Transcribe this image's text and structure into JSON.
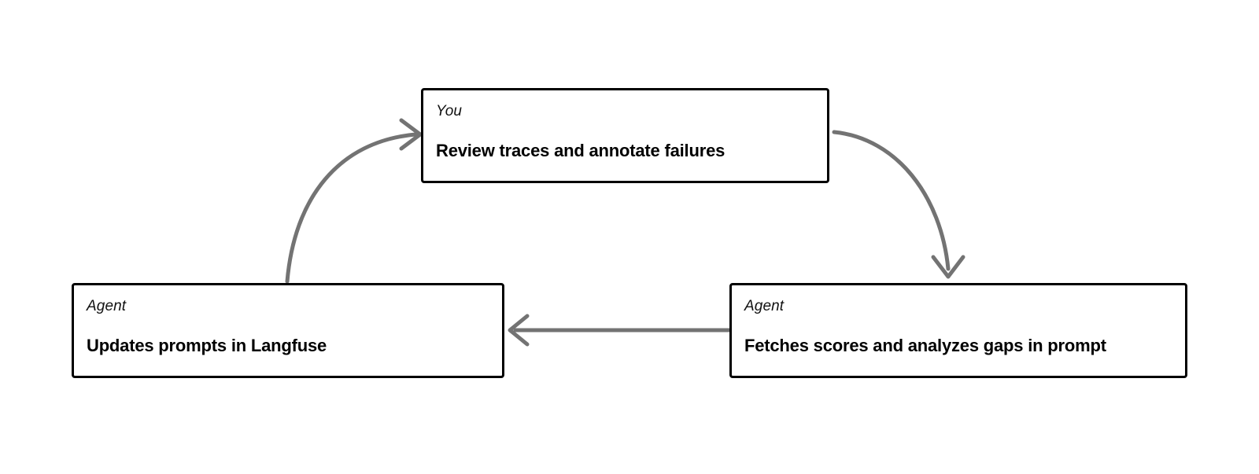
{
  "diagram": {
    "type": "cycle-flow",
    "background_color": "#ffffff",
    "node_border_color": "#000000",
    "arrow_color": "#737373",
    "nodes": [
      {
        "id": "you-review",
        "role": "You",
        "title": "Review traces and annotate failures",
        "position": "top-center"
      },
      {
        "id": "agent-updates",
        "role": "Agent",
        "title": "Updates prompts in Langfuse",
        "position": "bottom-left"
      },
      {
        "id": "agent-fetches",
        "role": "Agent",
        "title": "Fetches scores and analyzes gaps in prompt",
        "position": "bottom-right"
      }
    ],
    "edges": [
      {
        "id": "edge-you-to-fetches",
        "from": "you-review",
        "to": "agent-fetches",
        "shape": "curved",
        "direction": "down-right",
        "arrowhead": "open-chevron"
      },
      {
        "id": "edge-fetches-to-updates",
        "from": "agent-fetches",
        "to": "agent-updates",
        "shape": "straight",
        "direction": "left",
        "arrowhead": "open-chevron"
      },
      {
        "id": "edge-updates-to-you",
        "from": "agent-updates",
        "to": "you-review",
        "shape": "curved",
        "direction": "up-right",
        "arrowhead": "open-chevron"
      }
    ]
  }
}
